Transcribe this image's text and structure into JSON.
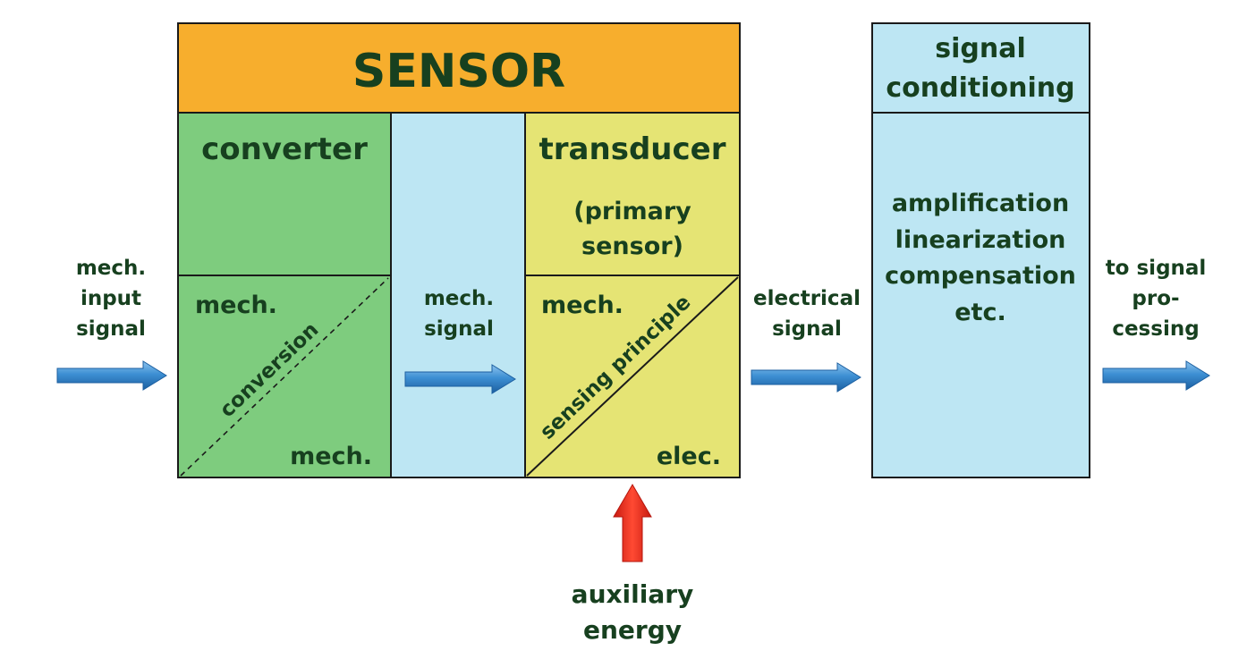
{
  "colors": {
    "sensor_header": "#F7AE2D",
    "converter": "#7ECC7E",
    "mech_signal_column": "#BDE6F3",
    "transducer": "#E5E474",
    "signal_conditioning": "#BDE6F3",
    "text": "#17401F",
    "arrow_blue": "#2E7FC4",
    "arrow_red": "#E8241A",
    "border": "#1A1A1A"
  },
  "sensor": {
    "title": "SENSOR"
  },
  "converter": {
    "title": "converter",
    "input_label": "mech.",
    "diagonal_label": "conversion",
    "output_label": "mech."
  },
  "mech_signal": {
    "line1": "mech.",
    "line2": "signal"
  },
  "transducer": {
    "title": "transducer",
    "subtitle_line1": "(primary",
    "subtitle_line2": "sensor)",
    "input_label": "mech.",
    "diagonal_label": "sensing principle",
    "output_label": "elec."
  },
  "input_signal": {
    "line1": "mech.",
    "line2": "input",
    "line3": "signal"
  },
  "electrical_signal": {
    "line1": "electrical",
    "line2": "signal"
  },
  "signal_conditioning": {
    "title_line1": "signal",
    "title_line2": "conditioning",
    "item1": "amplification",
    "item2": "linearization",
    "item3": "compensation",
    "item4": "etc."
  },
  "output_signal": {
    "line1": "to signal",
    "line2": "pro-",
    "line3": "cessing"
  },
  "auxiliary_energy": {
    "line1": "auxiliary",
    "line2": "energy"
  }
}
